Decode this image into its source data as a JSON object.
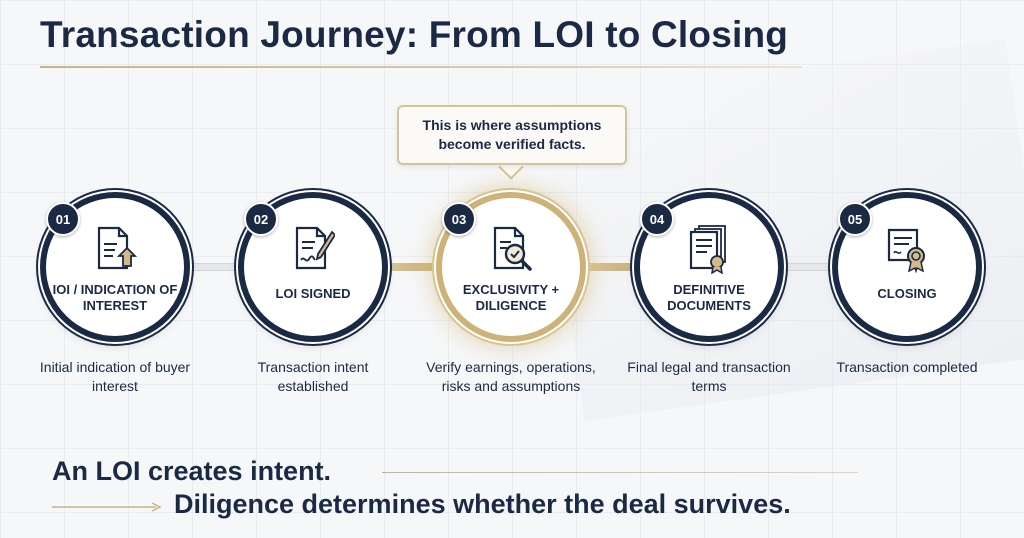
{
  "title": "Transaction Journey: From LOI to Closing",
  "callout": "This is where assumptions become verified facts.",
  "steps": [
    {
      "number": "01",
      "label": "IOI / INDICATION OF INTEREST",
      "description": "Initial indication of buyer interest",
      "icon": "document-upload-icon"
    },
    {
      "number": "02",
      "label": "LOI SIGNED",
      "description": "Transaction intent established",
      "icon": "document-signature-icon"
    },
    {
      "number": "03",
      "label": "EXCLUSIVITY + DILIGENCE",
      "description": "Verify earnings, operations, risks and assumptions",
      "icon": "document-magnifier-icon"
    },
    {
      "number": "04",
      "label": "DEFINITIVE DOCUMENTS",
      "description": "Final legal and transaction terms",
      "icon": "stacked-documents-seal-icon"
    },
    {
      "number": "05",
      "label": "CLOSING",
      "description": "Transaction completed",
      "icon": "certificate-icon"
    }
  ],
  "highlighted_step": "03",
  "footer": {
    "line1": "An LOI creates intent.",
    "line2": "Diligence determines whether the deal survives."
  },
  "colors": {
    "navy": "#1b2a44",
    "gold": "#cdb27a",
    "background": "#f6f7f9"
  }
}
